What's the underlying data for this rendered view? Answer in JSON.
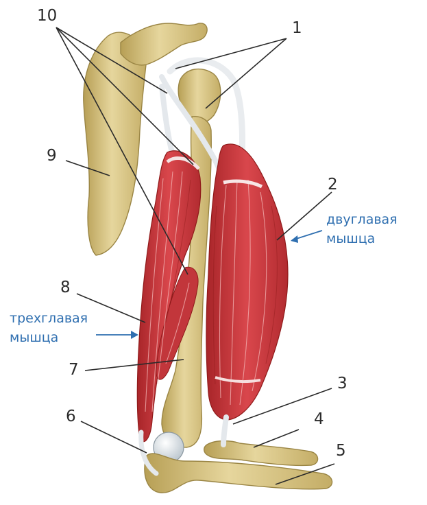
{
  "labels": {
    "l1": "1",
    "l2": "2",
    "l3": "3",
    "l4": "4",
    "l5": "5",
    "l6": "6",
    "l7": "7",
    "l8": "8",
    "l9": "9",
    "l10": "10"
  },
  "captions": {
    "biceps_line1": "двуглавая",
    "biceps_line2": "мышца",
    "triceps_line1": "трехглавая",
    "triceps_line2": "мышца"
  },
  "colors": {
    "bone": "#dcc98c",
    "muscle": "#c83a3f",
    "tendon": "#e9ecef",
    "caption": "#2f6fb0"
  }
}
